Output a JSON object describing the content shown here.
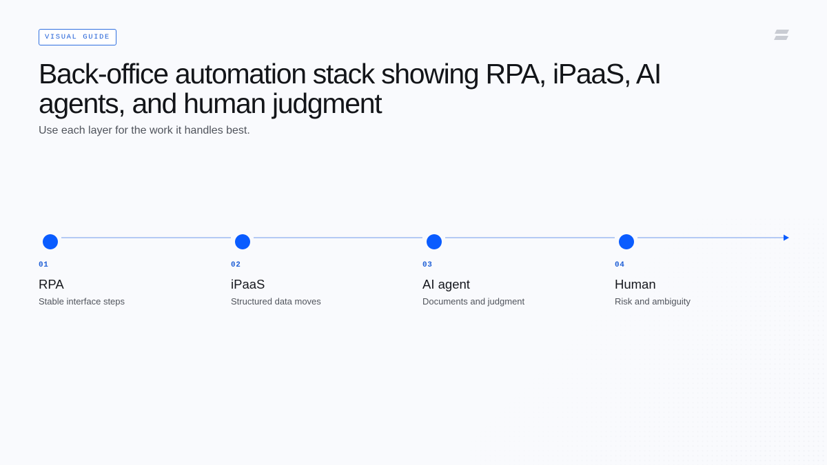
{
  "badge": "VISUAL GUIDE",
  "title": "Back-office automation stack showing RPA, iPaaS, AI agents, and human judgment",
  "subtitle": "Use each layer for the work it handles best.",
  "accent_color": "#0a5cff",
  "line_color": "#9dbaf2",
  "logo_icon": "layered-slashes-icon",
  "steps": [
    {
      "number": "01",
      "title": "RPA",
      "description": "Stable interface steps"
    },
    {
      "number": "02",
      "title": "iPaaS",
      "description": "Structured data moves"
    },
    {
      "number": "03",
      "title": "AI agent",
      "description": "Documents and judgment"
    },
    {
      "number": "04",
      "title": "Human",
      "description": "Risk and ambiguity"
    }
  ]
}
